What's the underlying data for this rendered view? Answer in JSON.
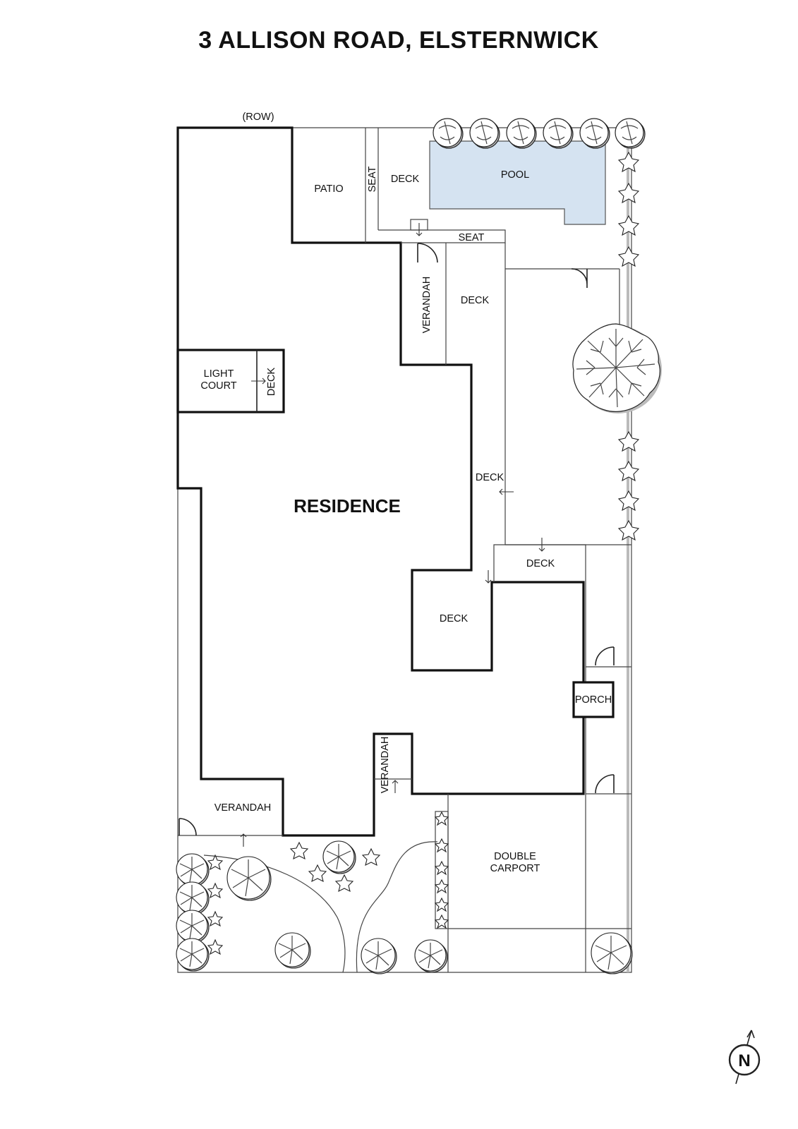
{
  "title": "3 ALLISON ROAD, ELSTERNWICK",
  "labels": {
    "row": "(ROW)",
    "patio": "PATIO",
    "seat_vertical": "SEAT",
    "deck_top": "DECK",
    "pool": "POOL",
    "seat_horizontal": "SEAT",
    "verandah_upper": "VERANDAH",
    "deck_upper_mid": "DECK",
    "light_court_line1": "LIGHT",
    "light_court_line2": "COURT",
    "deck_light_court": "DECK",
    "deck_side": "DECK",
    "residence": "RESIDENCE",
    "deck_east": "DECK",
    "deck_south": "DECK",
    "porch": "PORCH",
    "verandah_small": "VERANDAH",
    "verandah_lower": "VERANDAH",
    "carport_line1": "DOUBLE",
    "carport_line2": "CARPORT",
    "north": "N"
  },
  "colors": {
    "pool_fill": "#d5e3f1",
    "wall": "#111111",
    "background": "#ffffff"
  },
  "icons": {
    "compass": "north-arrow-icon",
    "tree": "tree-icon",
    "shrub": "shrub-icon",
    "door": "door-swing-icon"
  }
}
